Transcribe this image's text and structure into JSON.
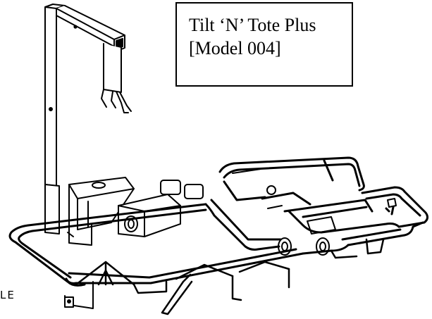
{
  "title_box": {
    "line1": "Tilt ‘N’ Tote Plus",
    "line2": "[Model 004]"
  },
  "corner_label": "LE",
  "colors": {
    "ink": "#000000",
    "paper": "#ffffff"
  },
  "illustration": "tilt-n-tote-plus-line-drawing"
}
